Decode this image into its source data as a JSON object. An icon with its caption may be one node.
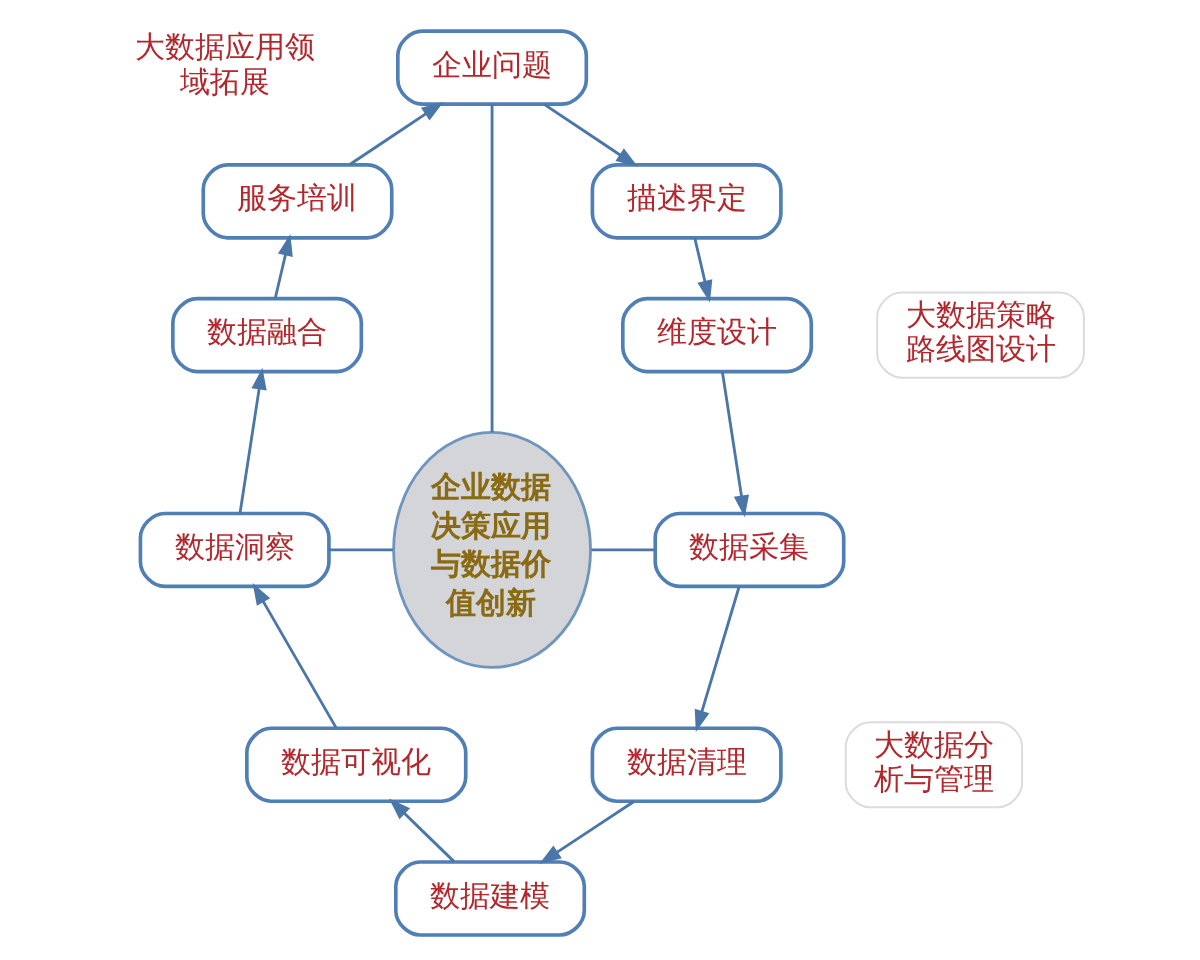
{
  "diagram": {
    "nodes": [
      {
        "text": [
          "企业问题"
        ]
      },
      {
        "text": [
          "描述界定"
        ]
      },
      {
        "text": [
          "维度设计"
        ]
      },
      {
        "text": [
          "数据采集"
        ]
      },
      {
        "text": [
          "数据清理"
        ]
      },
      {
        "text": [
          "数据建模"
        ]
      },
      {
        "text": [
          "数据可视化"
        ]
      },
      {
        "text": [
          "数据洞察"
        ]
      },
      {
        "text": [
          "数据融合"
        ]
      },
      {
        "text": [
          "服务培训"
        ]
      },
      {
        "text": [
          "企业数据决策应用与数据价值创新"
        ]
      },
      {
        "text": [
          "大数据策略路线图设计"
        ]
      },
      {
        "text": [
          "大数据分析与管理"
        ]
      }
    ],
    "edges": [
      {
        "from": 0,
        "to": 1,
        "arrow": "to"
      },
      {
        "from": 1,
        "to": 2,
        "arrow": "to"
      },
      {
        "from": 2,
        "to": 3,
        "arrow": "to"
      },
      {
        "from": 3,
        "to": 4,
        "arrow": "to"
      },
      {
        "from": 4,
        "to": 5,
        "arrow": "to"
      },
      {
        "from": 5,
        "to": 6,
        "arrow": "to"
      },
      {
        "from": 6,
        "to": 7,
        "arrow": "to"
      },
      {
        "from": 7,
        "to": 8,
        "arrow": "to"
      },
      {
        "from": 8,
        "to": 9,
        "arrow": "to"
      },
      {
        "from": 9,
        "to": 0,
        "arrow": "to"
      },
      {
        "from": 0,
        "to": 10,
        "arrow": "none"
      },
      {
        "from": 7,
        "to": 10,
        "arrow": "none"
      },
      {
        "from": 10,
        "to": 3,
        "arrow": "none"
      }
    ],
    "labels": [
      "大数据应用领域拓展"
    ]
  }
}
